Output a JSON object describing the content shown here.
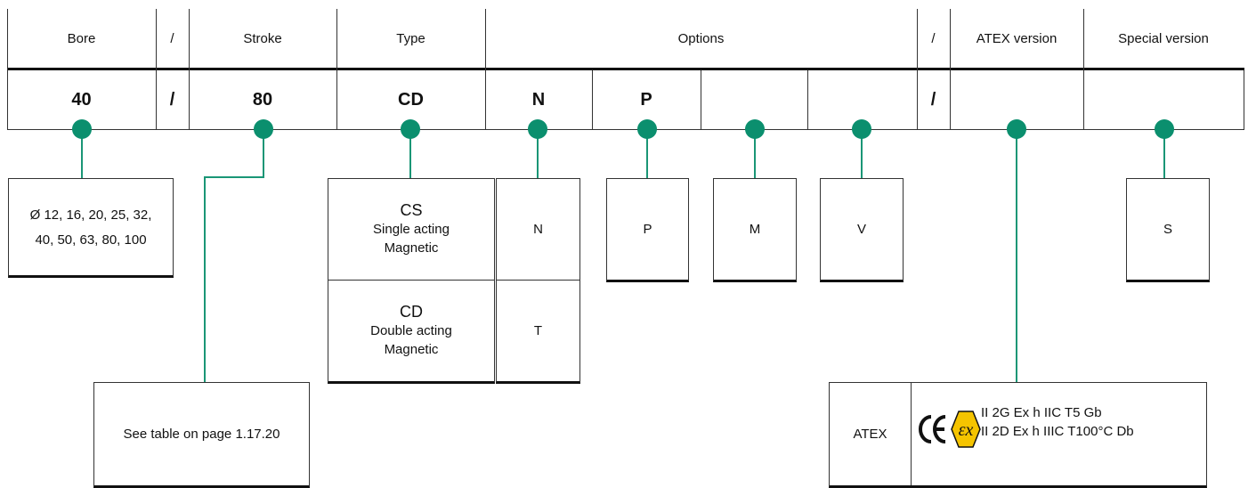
{
  "header": {
    "bore": "Bore",
    "sep1": "/",
    "stroke": "Stroke",
    "type": "Type",
    "options": "Options",
    "sep2": "/",
    "atex": "ATEX version",
    "special": "Special version"
  },
  "code": {
    "bore": "40",
    "sep1": "/",
    "stroke": "80",
    "type": "CD",
    "opt1": "N",
    "opt2": "P",
    "opt3": "",
    "opt4": "",
    "sep2": "/",
    "atex": "",
    "special": ""
  },
  "boxes": {
    "bore_line1": "Ø 12, 16, 20, 25, 32,",
    "bore_line2": "40, 50, 63, 80, 100",
    "stroke": "See table on page 1.17.20",
    "type_cs_code": "CS",
    "type_cs_line1": "Single acting",
    "type_cs_line2": "Magnetic",
    "type_cd_code": "CD",
    "type_cd_line1": "Double acting",
    "type_cd_line2": "Magnetic",
    "opt1_a": "N",
    "opt1_b": "T",
    "opt2": "P",
    "opt3": "M",
    "opt4": "V",
    "special": "S",
    "atex_label": "ATEX",
    "atex_spec1": "II 2G Ex h IIC T5 Gb",
    "atex_spec2": "II 2D Ex h IIIC T100°C Db"
  },
  "icons": {
    "ce_mark": "ce-mark-icon",
    "ex_mark": "ex-hexagon-icon"
  },
  "colors": {
    "connector": "#0b8f6e",
    "ex_fill": "#f5c400"
  }
}
